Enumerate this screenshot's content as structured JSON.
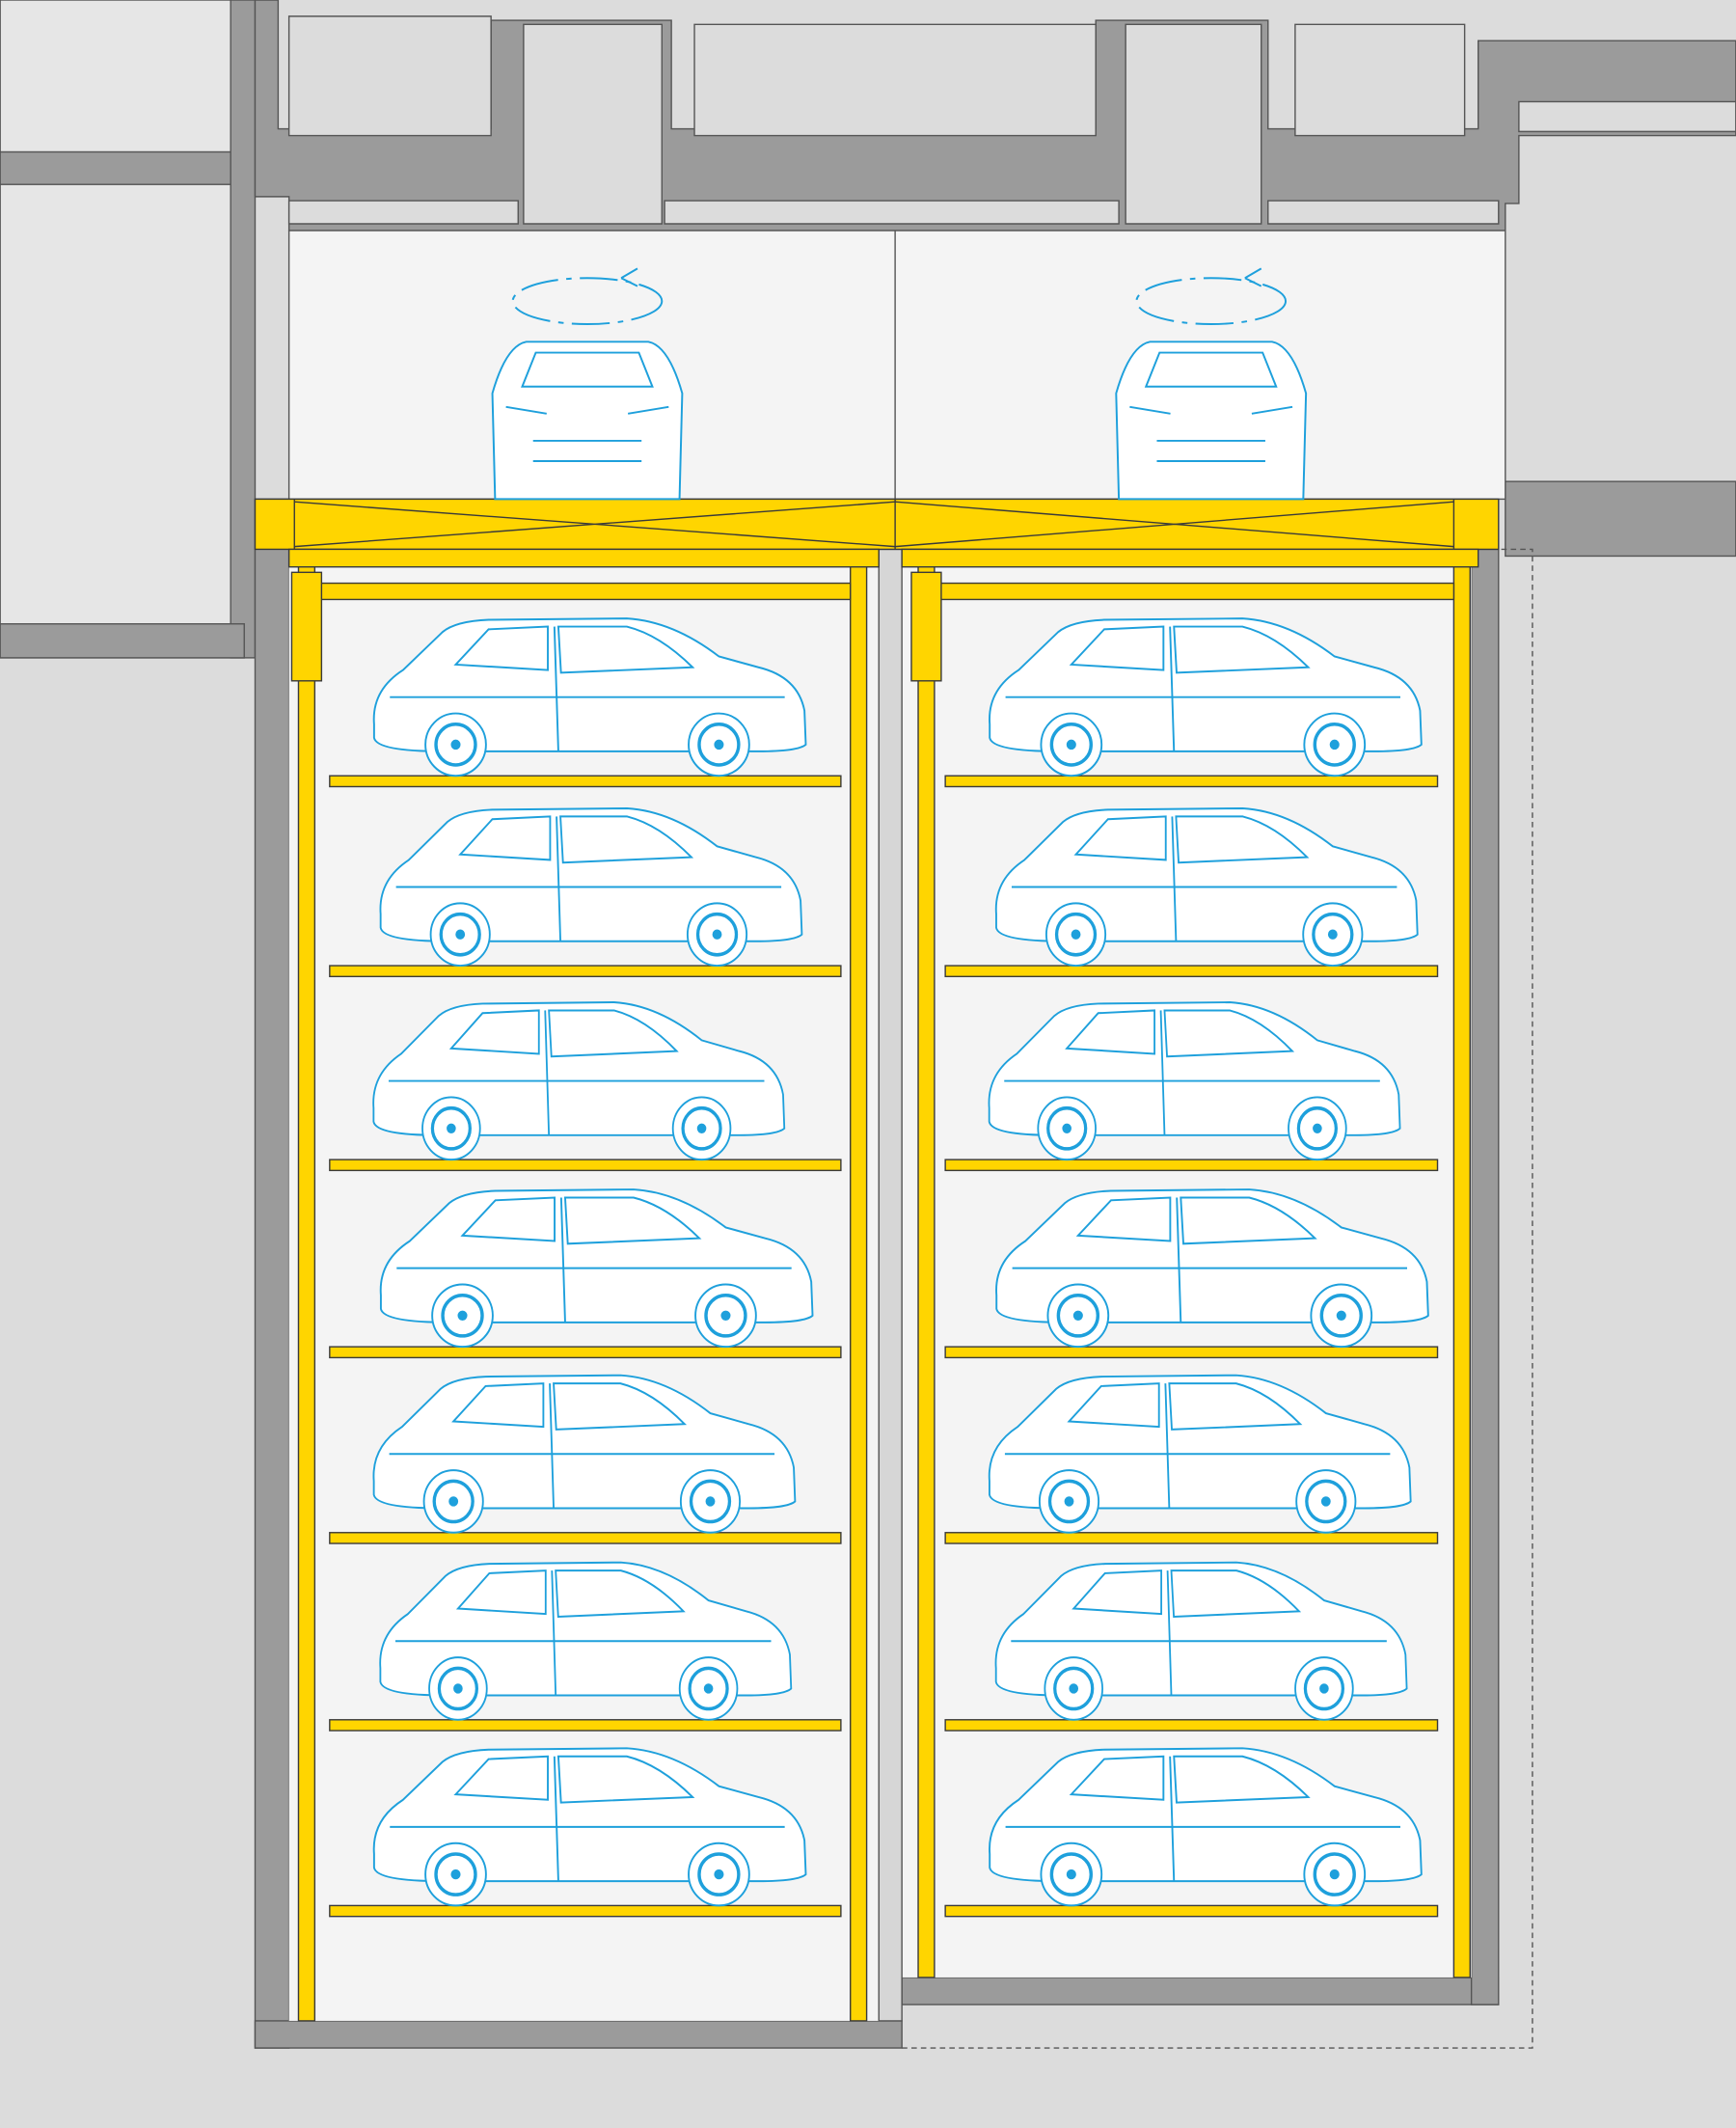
{
  "colors": {
    "background": "#dcdcdc",
    "wall": "#9b9b9b",
    "shaft_fill": "#f4f4f4",
    "steel": "#ffd500",
    "car_line": "#1ea0dc",
    "outline": "#3a3a3a"
  },
  "diagram": {
    "bays": 2,
    "levels_per_bay": 7,
    "turntable_cars": 2,
    "rotation_indicators": 2
  }
}
